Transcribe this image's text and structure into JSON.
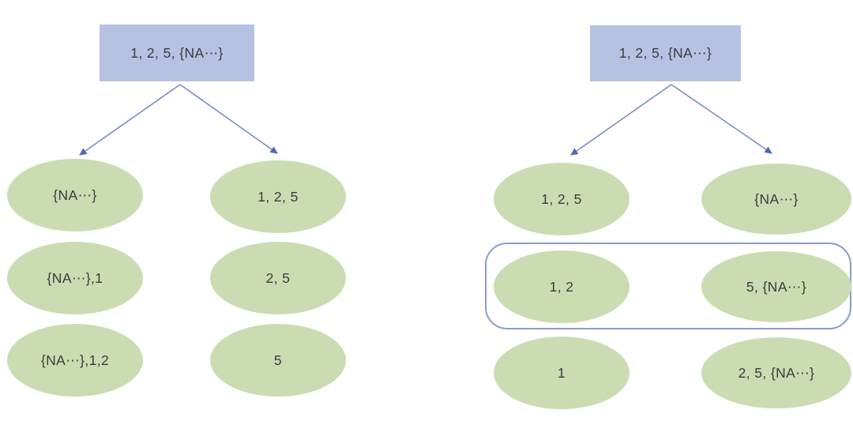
{
  "colors": {
    "root_fill": "#b6c2e2",
    "node_fill": "#cbdcb3",
    "arrow_line": "#7b8cc8",
    "arrow_head": "#4d68b5",
    "group_border": "#8a9bce",
    "text": "#3c3c3c",
    "background": "#ffffff"
  },
  "left_tree": {
    "root": "1, 2, 5, {NA⋯}",
    "rows": [
      {
        "left": "{NA⋯}",
        "right": "1, 2, 5"
      },
      {
        "left": "{NA⋯},1",
        "right": "2, 5"
      },
      {
        "left": "{NA⋯},1,2",
        "right": "5"
      }
    ]
  },
  "right_tree": {
    "root": "1, 2, 5, {NA⋯}",
    "rows": [
      {
        "left": "1, 2, 5",
        "right": "{NA⋯}"
      },
      {
        "left": "1, 2",
        "right": "5, {NA⋯}"
      },
      {
        "left": "1",
        "right": "2, 5, {NA⋯}"
      }
    ],
    "grouped_row_index": 1
  }
}
